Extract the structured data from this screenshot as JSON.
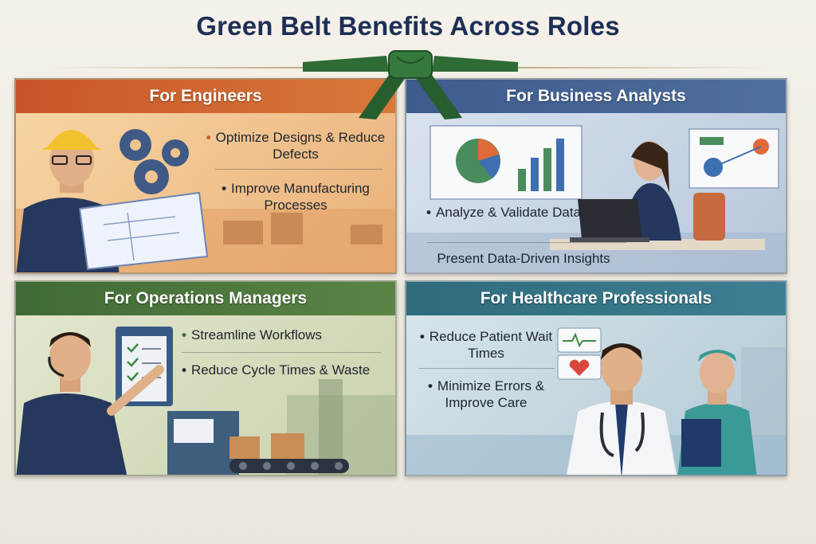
{
  "title": "Green Belt Benefits Across Roles",
  "colors": {
    "title": "#1d2f55",
    "belt": "#2e6b35",
    "engineers_header": "#c8552a",
    "analysts_header": "#3d5b8c",
    "operations_header": "#3f6a35",
    "healthcare_header": "#2e6b7d"
  },
  "panels": {
    "engineers": {
      "heading": "For Engineers",
      "bullets": [
        "Optimize Designs & Reduce Defects",
        "Improve Manufacturing Processes"
      ],
      "icons": [
        "gears-icon",
        "blueprint-icon",
        "hard-hat-icon"
      ]
    },
    "analysts": {
      "heading": "For Business Analysts",
      "bullets": [
        "Analyze & Validate Data",
        "Present Data-Driven Insights"
      ],
      "icons": [
        "pie-chart-icon",
        "bar-chart-icon",
        "laptop-icon"
      ]
    },
    "operations": {
      "heading": "For Operations Managers",
      "bullets": [
        "Streamline Workflows",
        "Reduce Cycle Times & Waste"
      ],
      "icons": [
        "clipboard-checklist-icon",
        "conveyor-belt-icon",
        "headset-icon"
      ]
    },
    "healthcare": {
      "heading": "For Healthcare Professionals",
      "bullets": [
        "Reduce Patient Wait Times",
        "Minimize Errors & Improve Care"
      ],
      "icons": [
        "heart-monitor-icon",
        "stethoscope-icon",
        "clipboard-icon"
      ]
    }
  }
}
